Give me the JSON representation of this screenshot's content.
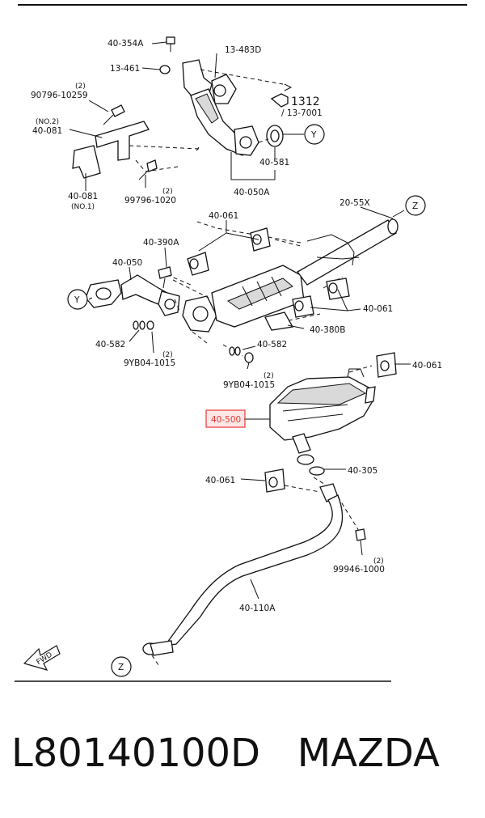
{
  "callouts": {
    "l_40_354A": "40-354A",
    "l_13_483D": "13-483D",
    "l_13_461": "13-461",
    "l_q2_a": "(2)",
    "l_90796": "90796-10259",
    "l_1312": "1312",
    "l_13_7001": "/ 13-7001",
    "l_no2": "(NO.2)",
    "l_40_081a": "40-081",
    "l_Y1": "Y",
    "l_40_581": "40-581",
    "l_40_050A": "40-050A",
    "l_q2_b": "(2)",
    "l_40_081b": "40-081",
    "l_no1": "(NO.1)",
    "l_99796": "99796-1020",
    "l_20_55X": "20-55X",
    "l_Z1": "Z",
    "l_40_061a": "40-061",
    "l_40_390A": "40-390A",
    "l_40_050": "40-050",
    "l_Y2": "Y",
    "l_40_061b": "40-061",
    "l_40_380B": "40-380B",
    "l_40_582a": "40-582",
    "l_q2_c": "(2)",
    "l_9YB04a": "9YB04-1015",
    "l_40_582b": "40-582",
    "l_q2_d": "(2)",
    "l_9YB04b": "9YB04-1015",
    "l_40_061c": "40-061",
    "l_40_500": "40-500",
    "l_40_305": "40-305",
    "l_40_061d": "40-061",
    "l_q2_e": "(2)",
    "l_99946": "99946-1000",
    "l_40_110A": "40-110A",
    "l_FWD": "FWD",
    "l_Z2": "Z"
  },
  "highlight_color": "#e53935",
  "caption": {
    "part_number": "L80140100D",
    "brand": "MAZDA"
  }
}
